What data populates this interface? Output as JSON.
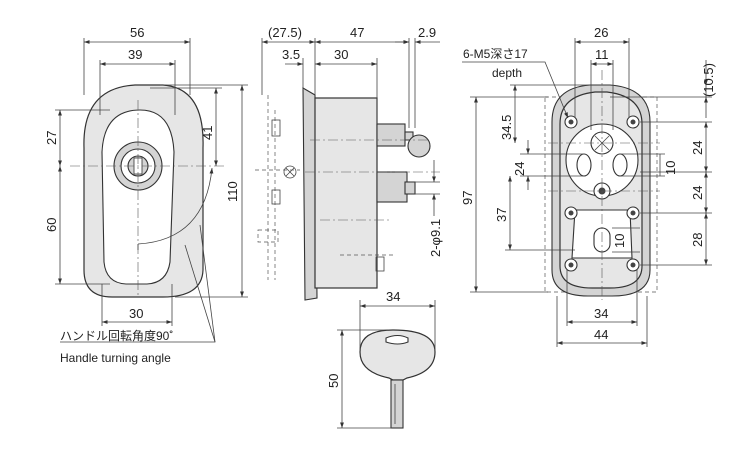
{
  "front_view": {
    "dims": {
      "width_56": "56",
      "width_39": "39",
      "height_27": "27",
      "height_41": "41",
      "height_60": "60",
      "height_110": "110",
      "width_30": "30"
    },
    "note_jp": "ハンドル回転角度90˚",
    "note_en": "Handle turning angle"
  },
  "side_view": {
    "dims": {
      "depth_27_5": "(27.5)",
      "depth_47": "47",
      "depth_2_9": "2.9",
      "depth_3_5": "3.5",
      "depth_30": "30",
      "hole_phi": "2-φ9.1"
    }
  },
  "key_view": {
    "dims": {
      "key_width_34": "34",
      "key_length_50": "50"
    }
  },
  "rear_view": {
    "thread_note": "6-M5深さ17",
    "thread_note_en": "depth",
    "dims": {
      "width_26": "26",
      "width_11": "11",
      "height_10_5": "(10.5)",
      "height_34_5": "34.5",
      "height_24_upper_right": "24",
      "height_24_left": "24",
      "height_10_right": "10",
      "height_97": "97",
      "height_37": "37",
      "height_24_lower_right": "24",
      "height_10_slot": "10",
      "height_28": "28",
      "width_34": "34",
      "width_44": "44"
    }
  }
}
